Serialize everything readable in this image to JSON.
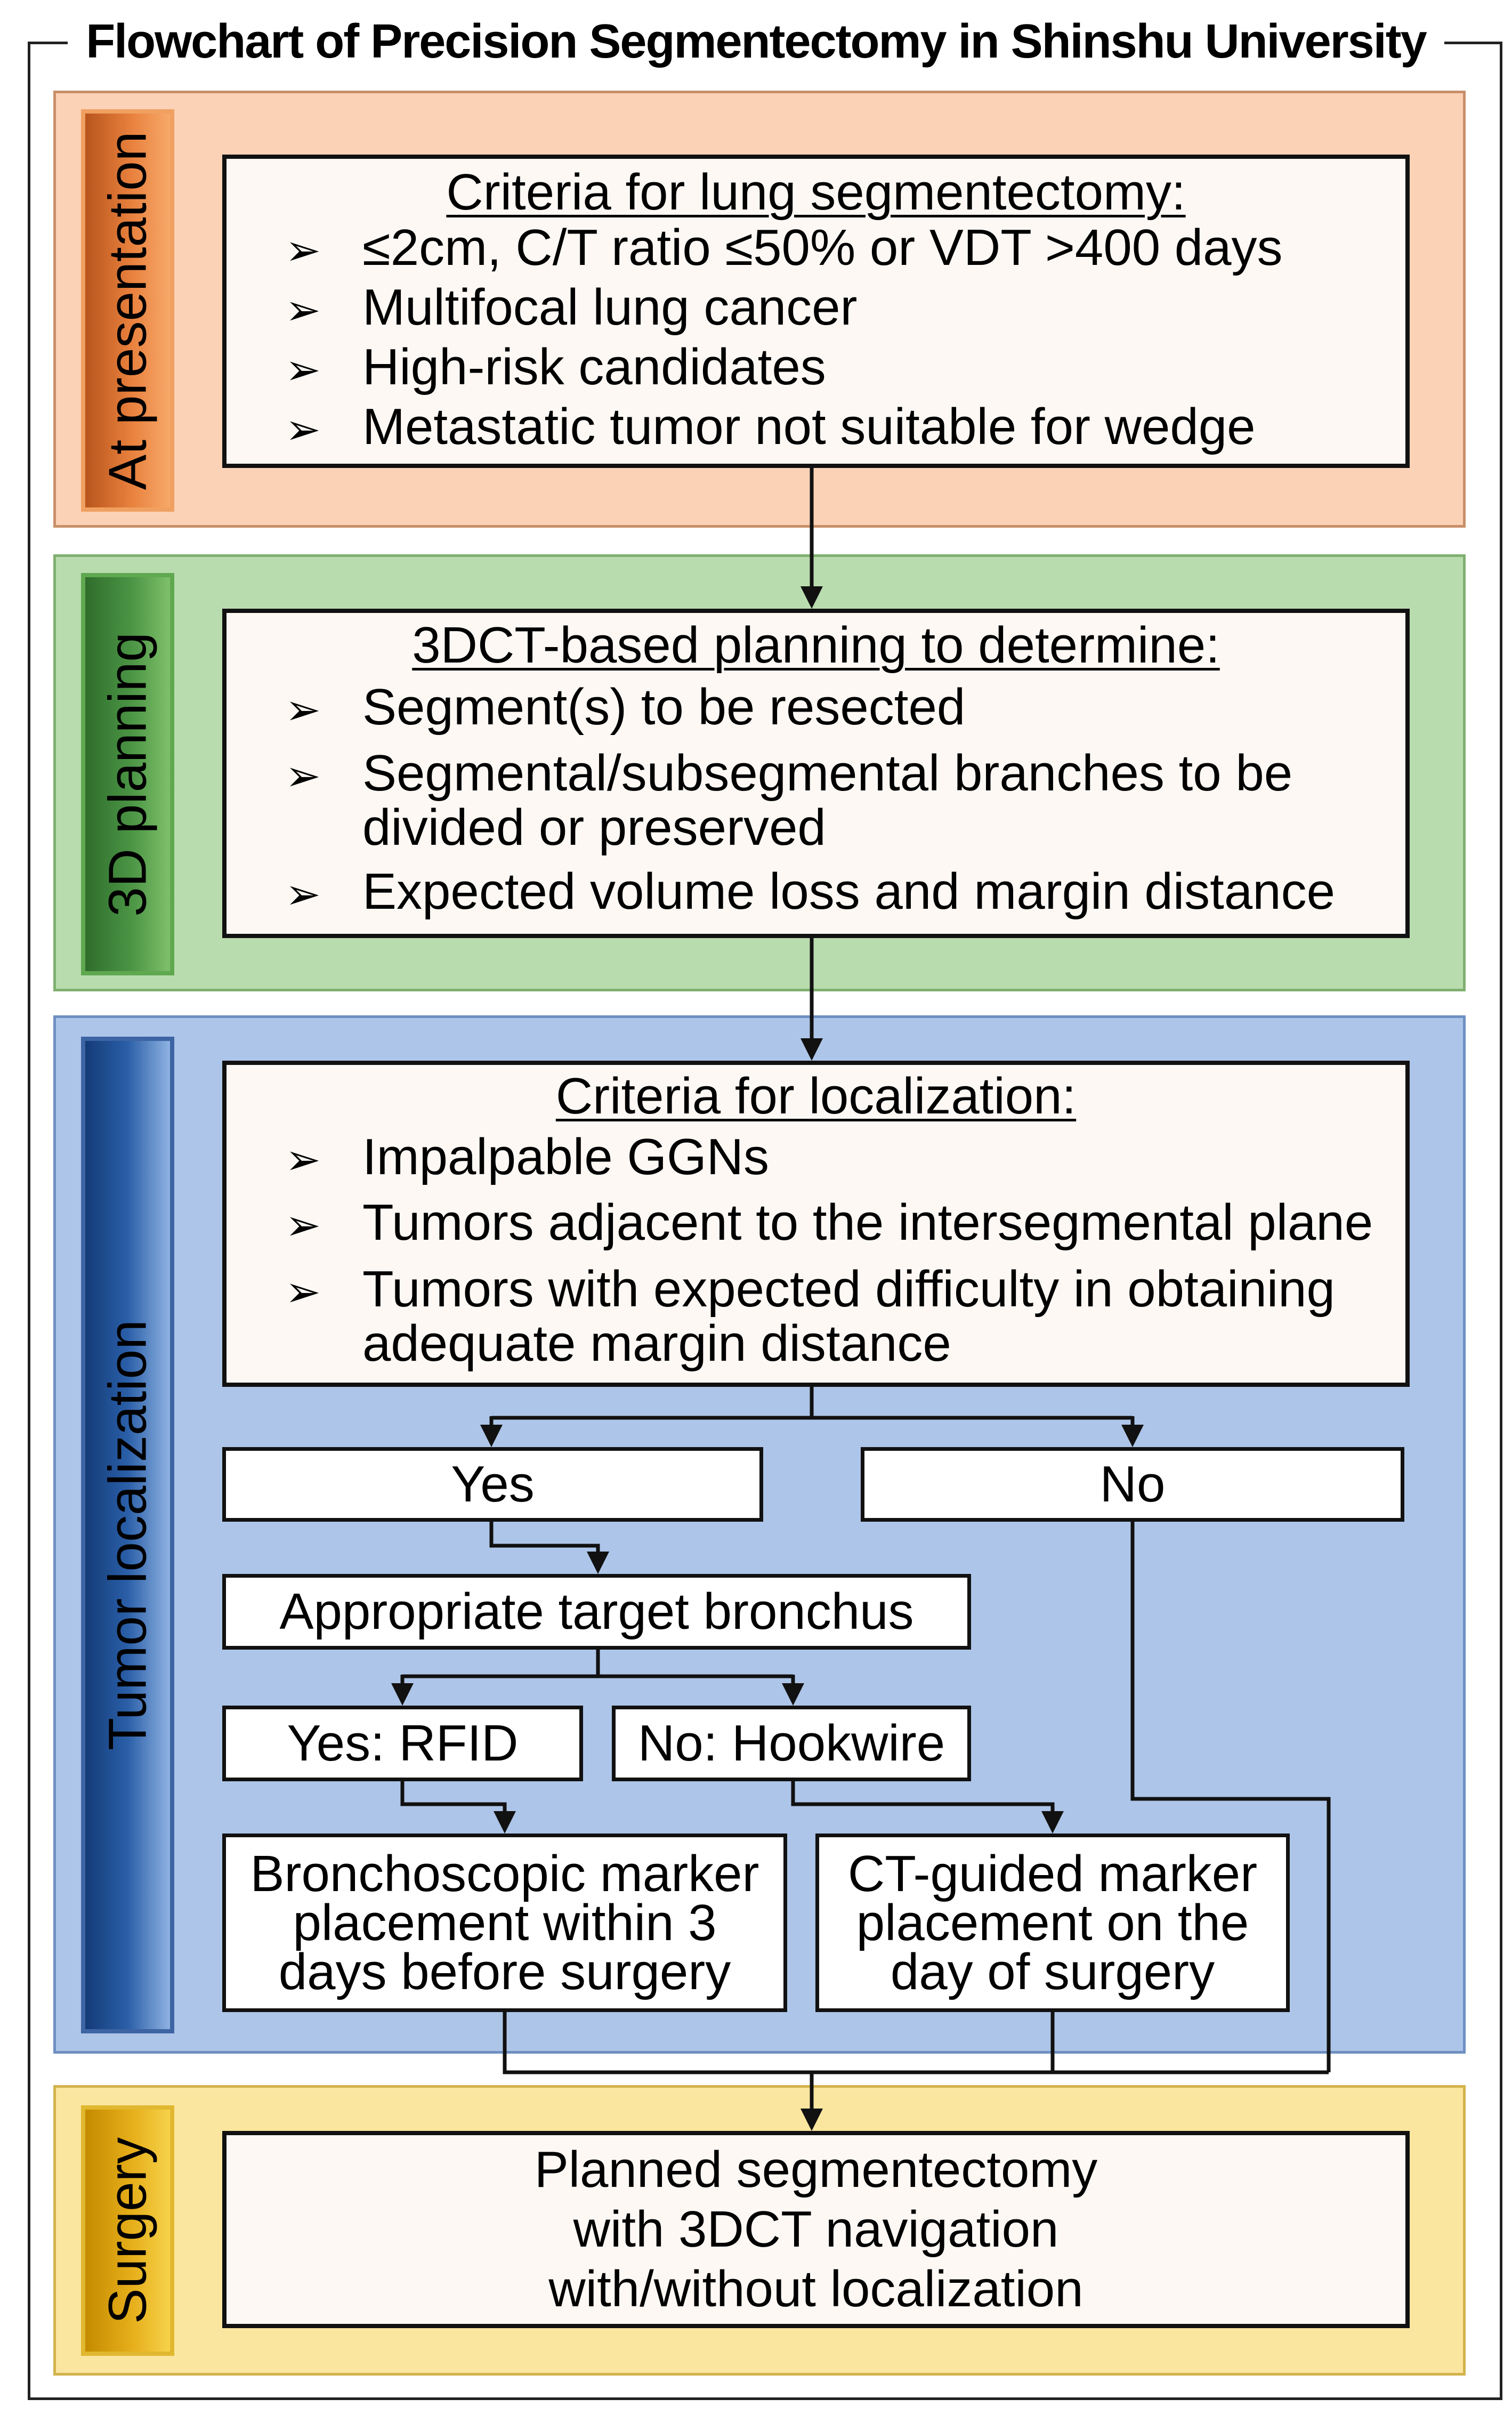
{
  "title": "Flowchart of Precision Segmentectomy in Shinshu University",
  "colors": {
    "presentation_band": "#fbd2b6",
    "planning_band": "#b9dcaf",
    "localization_band": "#adc5e8",
    "surgery_band": "#fbe69f",
    "box_fill": "#fdf8f4",
    "line": "#111111"
  },
  "stages": {
    "presentation": {
      "label": "At presentation",
      "box": {
        "heading": "Criteria for lung segmentectomy:",
        "items": [
          "≤2cm, C/T ratio ≤50% or VDT >400 days",
          "Multifocal lung cancer",
          "High-risk candidates",
          "Metastatic tumor not suitable for wedge"
        ]
      }
    },
    "planning": {
      "label": "3D planning",
      "box": {
        "heading": "3DCT-based planning to determine:",
        "items": [
          "Segment(s) to be resected",
          "Segmental/subsegmental branches to be divided or preserved",
          "Expected volume loss and margin distance"
        ]
      }
    },
    "localization": {
      "label": "Tumor localization",
      "box": {
        "heading": "Criteria for localization:",
        "items": [
          "Impalpable GGNs",
          "Tumors adjacent to the intersegmental plane",
          "Tumors with expected difficulty in obtaining adequate margin distance"
        ]
      },
      "yes": "Yes",
      "no": "No",
      "target_bronchus": "Appropriate target bronchus",
      "rfid": "Yes: RFID",
      "hookwire": "No: Hookwire",
      "bronchoscopic": "Bronchoscopic marker placement within 3 days before surgery",
      "ct_guided": "CT-guided marker placement on the day of surgery"
    },
    "surgery": {
      "label": "Surgery",
      "box": "Planned segmentectomy with 3DCT navigation with/without localization"
    }
  },
  "bullet_glyph": "➢"
}
